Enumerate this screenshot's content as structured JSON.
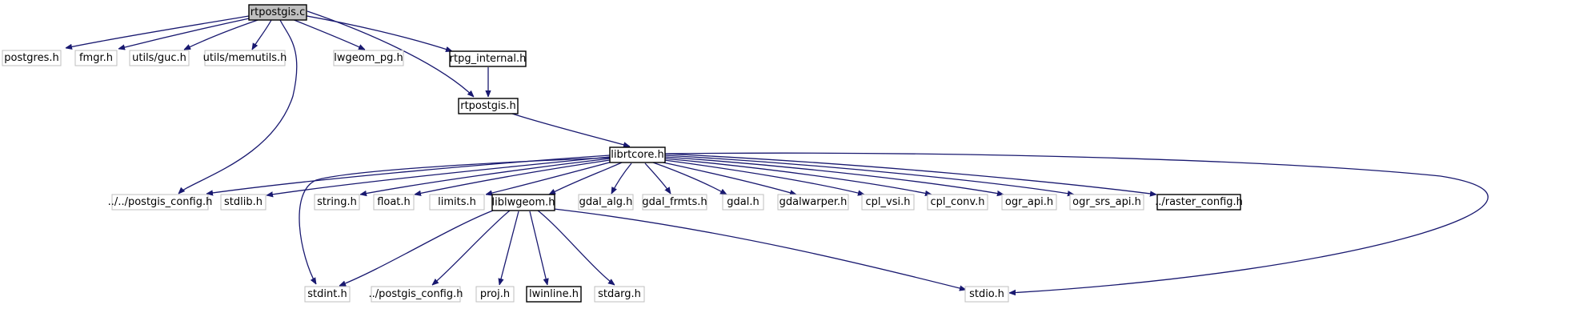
{
  "nodes": {
    "rtpostgis_c": "rtpostgis.c",
    "postgres_h": "postgres.h",
    "fmgr_h": "fmgr.h",
    "utils_guc_h": "utils/guc.h",
    "utils_memutils_h": "utils/memutils.h",
    "lwgeom_pg_h": "lwgeom_pg.h",
    "rtpg_internal_h": "rtpg_internal.h",
    "rtpostgis_h": "rtpostgis.h",
    "librtcore_h": "librtcore.h",
    "postgis_config_h": "../../postgis_config.h",
    "stdlib_h": "stdlib.h",
    "string_h": "string.h",
    "float_h": "float.h",
    "limits_h": "limits.h",
    "liblwgeom_h": "liblwgeom.h",
    "gdal_alg_h": "gdal_alg.h",
    "gdal_frmts_h": "gdal_frmts.h",
    "gdal_h": "gdal.h",
    "gdalwarper_h": "gdalwarper.h",
    "cpl_vsi_h": "cpl_vsi.h",
    "cpl_conv_h": "cpl_conv.h",
    "ogr_api_h": "ogr_api.h",
    "ogr_srs_api_h": "ogr_srs_api.h",
    "raster_config_h": "../raster_config.h",
    "stdint_h": "stdint.h",
    "lw_postgis_config_h": "../postgis_config.h",
    "proj_h": "proj.h",
    "lwinline_h": "lwinline.h",
    "stdarg_h": "stdarg.h",
    "stdio_h": "stdio.h"
  },
  "edges": [
    [
      "rtpostgis_c",
      "postgres_h"
    ],
    [
      "rtpostgis_c",
      "fmgr_h"
    ],
    [
      "rtpostgis_c",
      "utils_guc_h"
    ],
    [
      "rtpostgis_c",
      "utils_memutils_h"
    ],
    [
      "rtpostgis_c",
      "lwgeom_pg_h"
    ],
    [
      "rtpostgis_c",
      "rtpg_internal_h"
    ],
    [
      "rtpostgis_c",
      "rtpostgis_h"
    ],
    [
      "rtpostgis_c",
      "postgis_config_h"
    ],
    [
      "rtpg_internal_h",
      "rtpostgis_h"
    ],
    [
      "rtpostgis_h",
      "librtcore_h"
    ],
    [
      "librtcore_h",
      "postgis_config_h"
    ],
    [
      "librtcore_h",
      "stdlib_h"
    ],
    [
      "librtcore_h",
      "string_h"
    ],
    [
      "librtcore_h",
      "float_h"
    ],
    [
      "librtcore_h",
      "limits_h"
    ],
    [
      "librtcore_h",
      "liblwgeom_h"
    ],
    [
      "librtcore_h",
      "gdal_alg_h"
    ],
    [
      "librtcore_h",
      "gdal_frmts_h"
    ],
    [
      "librtcore_h",
      "gdal_h"
    ],
    [
      "librtcore_h",
      "gdalwarper_h"
    ],
    [
      "librtcore_h",
      "cpl_vsi_h"
    ],
    [
      "librtcore_h",
      "cpl_conv_h"
    ],
    [
      "librtcore_h",
      "ogr_api_h"
    ],
    [
      "librtcore_h",
      "ogr_srs_api_h"
    ],
    [
      "librtcore_h",
      "raster_config_h"
    ],
    [
      "librtcore_h",
      "stdint_h"
    ],
    [
      "librtcore_h",
      "stdio_h"
    ],
    [
      "liblwgeom_h",
      "stdint_h"
    ],
    [
      "liblwgeom_h",
      "lw_postgis_config_h"
    ],
    [
      "liblwgeom_h",
      "proj_h"
    ],
    [
      "liblwgeom_h",
      "lwinline_h"
    ],
    [
      "liblwgeom_h",
      "stdarg_h"
    ],
    [
      "liblwgeom_h",
      "stdio_h"
    ]
  ],
  "colors": {
    "edge": "#191970",
    "external_border": "#bfbfbf",
    "project_border": "#000000",
    "root_fill": "#bfbfbf"
  }
}
